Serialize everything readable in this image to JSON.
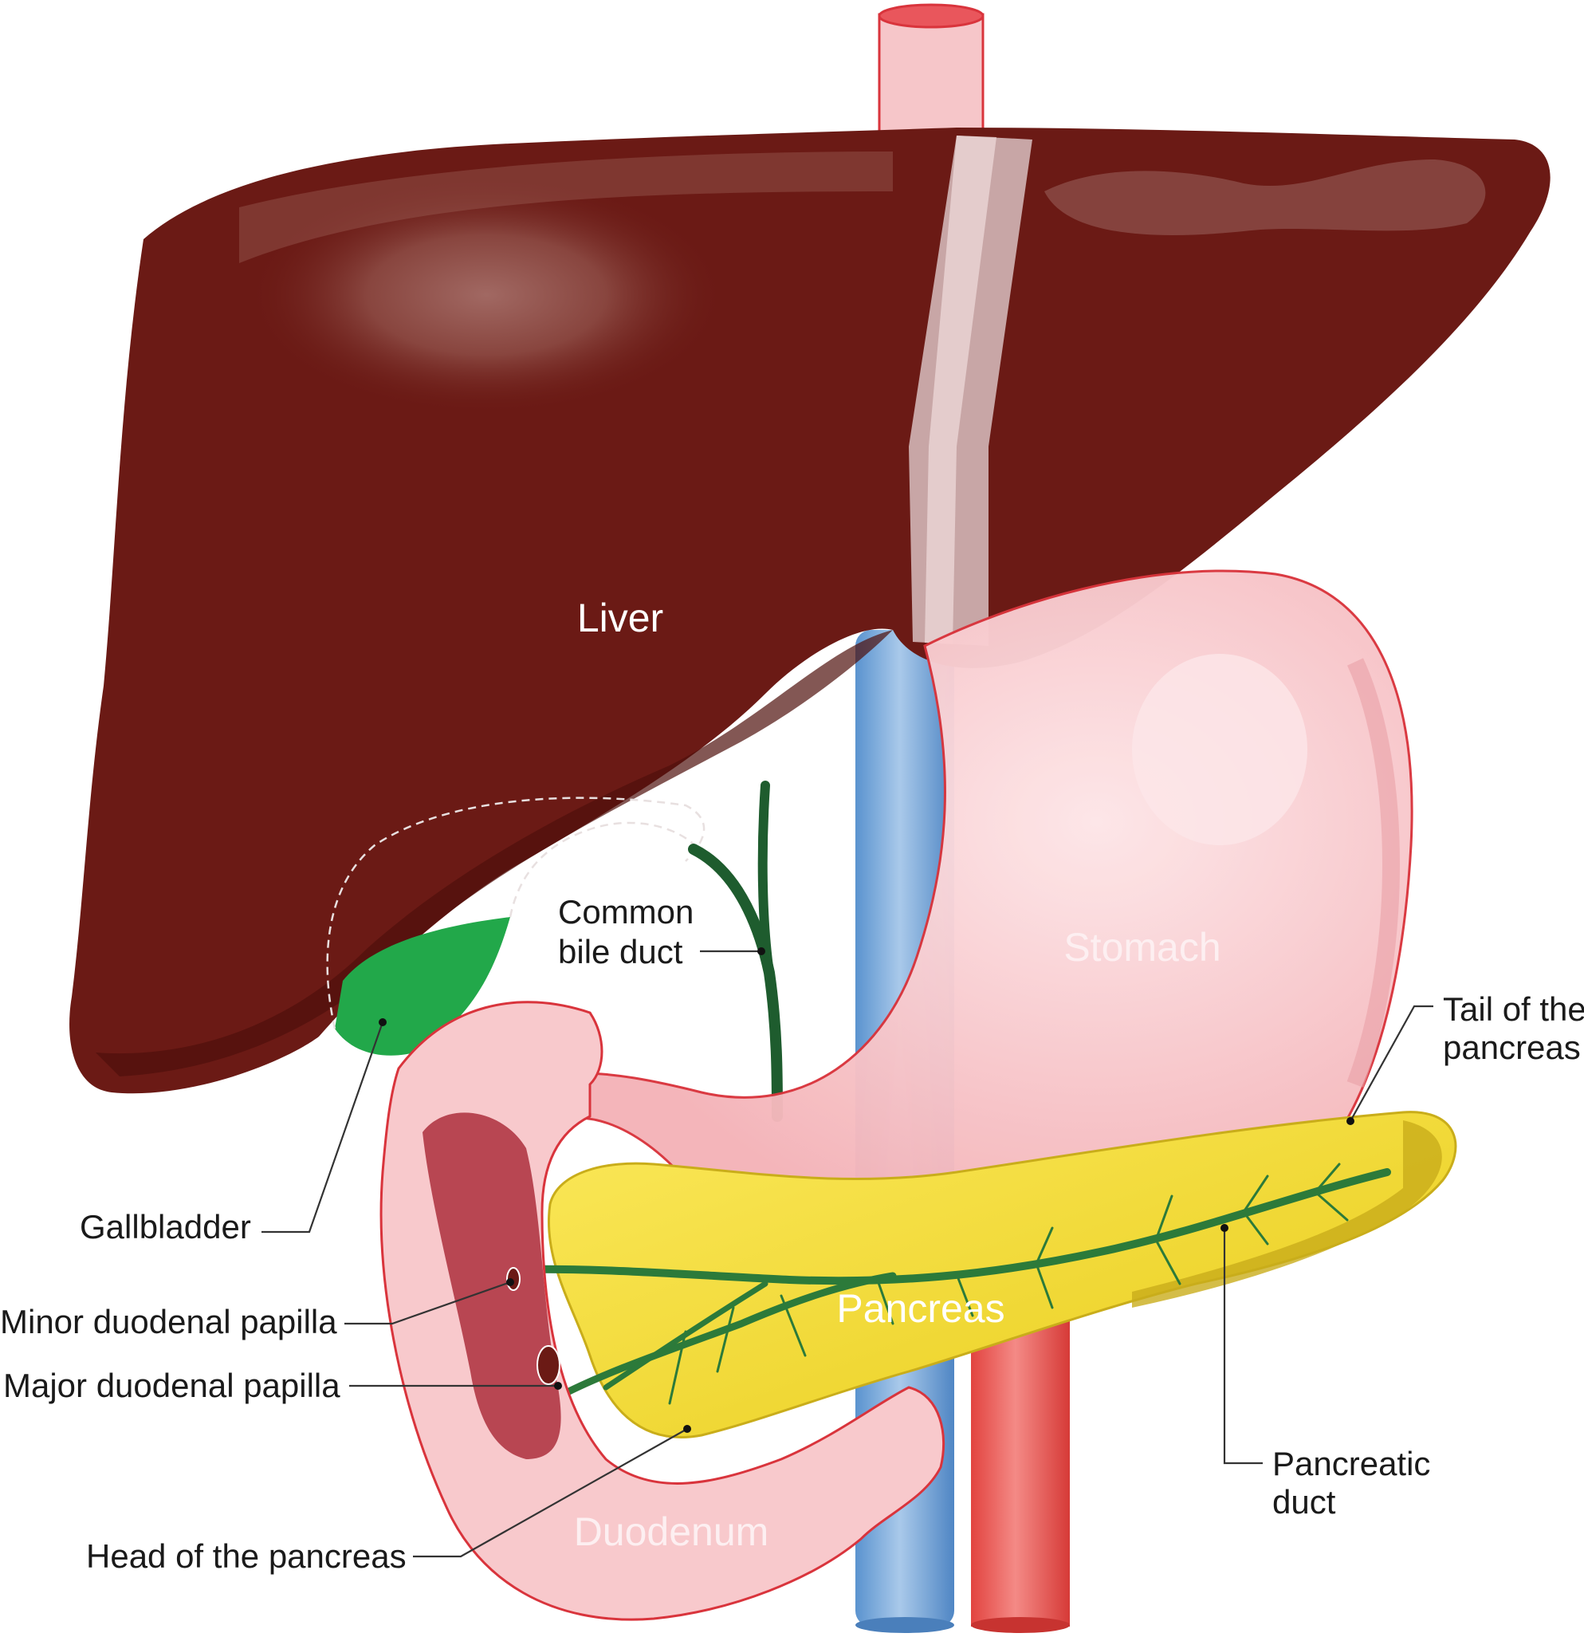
{
  "labels": {
    "liver": "Liver",
    "stomach": "Stomach",
    "pancreas": "Pancreas",
    "duodenum": "Duodenum",
    "common_bile_duct": [
      "Common",
      "bile duct"
    ],
    "gallbladder": "Gallbladder",
    "minor_duodenal_papilla": "Minor duodenal papilla",
    "major_duodenal_papilla": "Major duodenal papilla",
    "head_of_pancreas": "Head of the pancreas",
    "tail_of_pancreas": [
      "Tail of the",
      "pancreas"
    ],
    "pancreatic_duct": [
      "Pancreatic",
      "duct"
    ]
  },
  "colors": {
    "liver": "#6b1a15",
    "liver_highlight": "#8a4a44",
    "gallbladder": "#22a84a",
    "bile_duct": "#1e5c2e",
    "stomach": "#f7c3c6",
    "stomach_outline": "#d9343c",
    "pancreas": "#f2dc1c",
    "pancreas_edge": "#c9ad1a",
    "pancreatic_duct": "#2c7a3a",
    "duodenum": "#f8c9cc",
    "duodenum_inner": "#b84652",
    "aorta": "#e8504e",
    "vena_cava": "#6ba3d8",
    "esophagus": "#f6c6c9"
  }
}
